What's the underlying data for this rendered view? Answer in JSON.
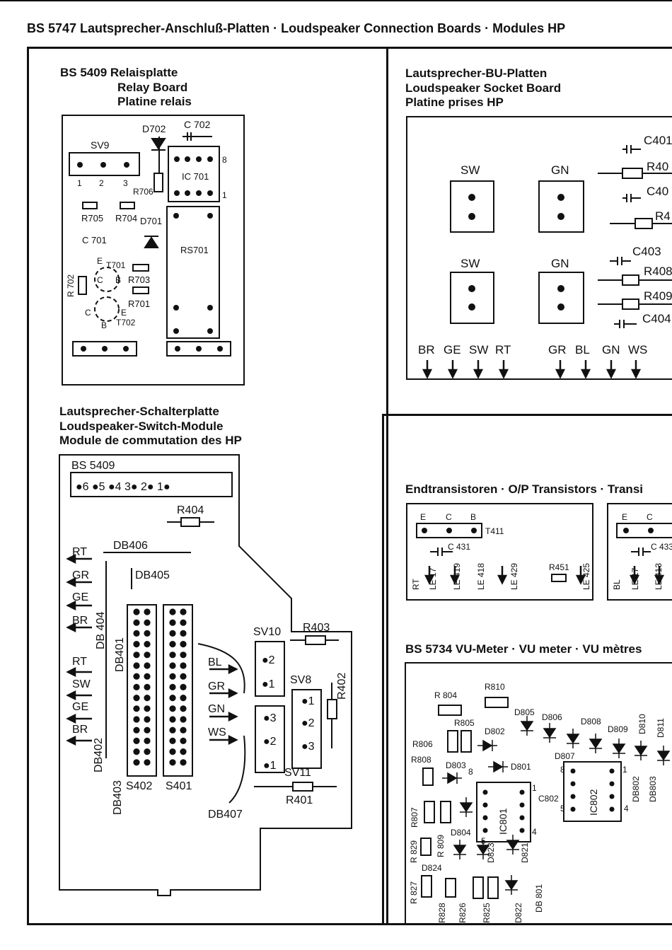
{
  "page_title": "BS 5747 Lautsprecher-Anschluß-Platten · Loudspeaker Connection Boards · Modules HP",
  "relay": {
    "title": [
      "BS 5409  Relaisplatte",
      "Relay Board",
      "Platine relais"
    ],
    "labels": {
      "sv9": "SV9",
      "d702": "D702",
      "c702": "C 702",
      "ic701": "IC 701",
      "pin8": "8",
      "pin1": "1",
      "r706": "R706",
      "p1": "1",
      "p2": "2",
      "p3": "3",
      "r705": "R705",
      "r704": "R704",
      "d701": "D701",
      "c701": "C 701",
      "rs701": "RS701",
      "r702": "R 702",
      "e1": "E",
      "t701": "T701",
      "c1": "C",
      "b1": "B",
      "r703": "R703",
      "r701": "R701",
      "c2": "C",
      "e2": "E",
      "b2": "B",
      "t702": "T702"
    }
  },
  "socket": {
    "title": [
      "Lautsprecher-BU-Platten",
      "Loudspeaker Socket Board",
      "Platine prises HP"
    ],
    "labels": {
      "sw1": "SW",
      "gn1": "GN",
      "sw2": "SW",
      "gn2": "GN",
      "c401": "C401",
      "r40a": "R40",
      "c40a": "C40",
      "r4": "R4",
      "c403": "C403",
      "r408": "R408",
      "r409": "R409",
      "c404": "C404"
    },
    "wires": [
      "BR",
      "GE",
      "SW",
      "RT",
      "GR",
      "BL",
      "GN",
      "WS"
    ]
  },
  "switch": {
    "title": [
      "Lautsprecher-Schalterplatte",
      "Loudspeaker-Switch-Module",
      "Module de commutation des HP"
    ],
    "labels": {
      "bs5409": "BS 5409",
      "conn": "●6 ●5 ●4   3● 2● 1●",
      "r404": "R404",
      "db406": "DB406",
      "db405": "DB405",
      "db404": "DB 404",
      "db401": "DB401",
      "db402": "DB402",
      "db403": "DB403",
      "s402": "S402",
      "s401": "S401",
      "sv10": "SV10",
      "r403": "R403",
      "sv8": "SV8",
      "r402": "R402",
      "sv11": "SV11",
      "r401": "R401",
      "db407": "DB407",
      "s10_2": "●2",
      "s10_1": "●1",
      "s11_3": "●3",
      "s11_2": "●2",
      "s11_1": "●1",
      "s8_1": "●1",
      "s8_2": "●2",
      "s8_3": "●3"
    },
    "left_wires_top": [
      "RT",
      "GR",
      "GE",
      "BR"
    ],
    "left_wires_bottom": [
      "RT",
      "SW",
      "GE",
      "BR"
    ],
    "right_wires": [
      "BL",
      "GR",
      "GN",
      "WS"
    ]
  },
  "transistors": {
    "heading": "Endtransistoren  ·  O/P Transistors  ·  Transi",
    "board1": {
      "e": "E",
      "c": "C",
      "b": "B",
      "t": "T411",
      "cap": "C 431",
      "rt": "RT",
      "le17": "LE 17",
      "le419": "LE 419",
      "le418": "LE 418",
      "le429": "LE 429",
      "r451": "R451",
      "le425": "LE 425"
    },
    "board2": {
      "e": "E",
      "c": "C",
      "cap": "C 433",
      "bl": "BL",
      "le17": "LE 17",
      "le413": "LE 413"
    }
  },
  "vu": {
    "heading": "BS 5734  VU-Meter  ·  VU meter  ·  VU mètres",
    "labels": {
      "r804": "R 804",
      "r810": "R810",
      "r805": "R805",
      "d805": "D805",
      "d806": "D806",
      "d808": "D808",
      "d809": "D809",
      "d810": "D810",
      "d811": "D811",
      "r806": "R806",
      "d802": "D802",
      "d807": "D807",
      "r808": "R808",
      "d803": "D803",
      "d801": "D801",
      "ic801": "IC801",
      "ic802": "IC802",
      "c802": "C802",
      "db802": "DB802",
      "db803": "DB803",
      "r807": "R807",
      "d804": "D804",
      "r829": "R 829",
      "r809": "R 809",
      "d823": "D823",
      "d821": "D821",
      "d824": "D824",
      "r827": "R 827",
      "r828": "R828",
      "r826": "R826",
      "r825": "R825",
      "d822": "D822",
      "db801": "DB 801",
      "p8": "8",
      "p1": "1",
      "p4": "4",
      "p5": "5",
      "q8": "8",
      "q1": "1",
      "q4": "4",
      "q5": "5"
    }
  }
}
